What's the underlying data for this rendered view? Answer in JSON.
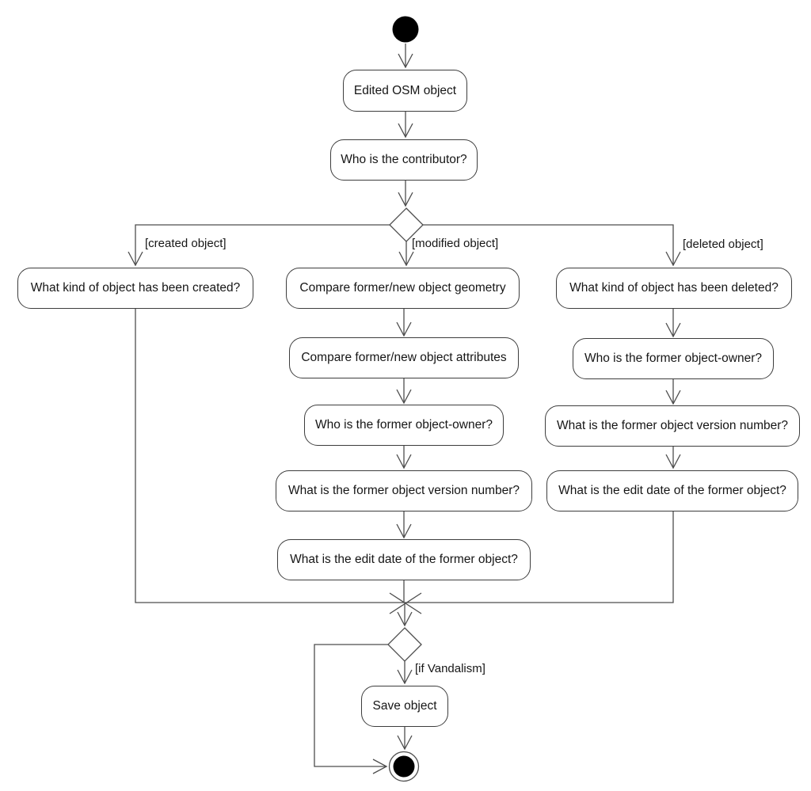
{
  "diagram": {
    "type": "uml-activity-diagram",
    "colors": {
      "background": "#ffffff",
      "line": "#4d4d4d",
      "node_border": "#3d3d3d",
      "node_fill": "#ffffff",
      "text": "#161616",
      "terminal_fill": "#000000"
    },
    "nodes": {
      "edited_osm_object": {
        "label": "Edited OSM object"
      },
      "who_is_contributor": {
        "label": "Who is the contributor?"
      },
      "created_kind": {
        "label": "What kind of object has been created?"
      },
      "compare_geometry": {
        "label": "Compare former/new object geometry"
      },
      "compare_attributes": {
        "label": "Compare former/new object attributes"
      },
      "modified_former_owner": {
        "label": "Who is the former object-owner?"
      },
      "modified_version_number": {
        "label": "What is the former object version number?"
      },
      "modified_edit_date": {
        "label": "What is the edit date of the former object?"
      },
      "deleted_kind": {
        "label": "What kind of object has been deleted?"
      },
      "deleted_former_owner": {
        "label": "Who is the former object-owner?"
      },
      "deleted_version_number": {
        "label": "What is the former object version number?"
      },
      "deleted_edit_date": {
        "label": "What is the edit date of the former object?"
      },
      "save_object": {
        "label": "Save object"
      }
    },
    "guards": {
      "created": "[created object]",
      "modified": "[modified object]",
      "deleted": "[deleted object]",
      "vandalism": "[if Vandalism]"
    }
  }
}
